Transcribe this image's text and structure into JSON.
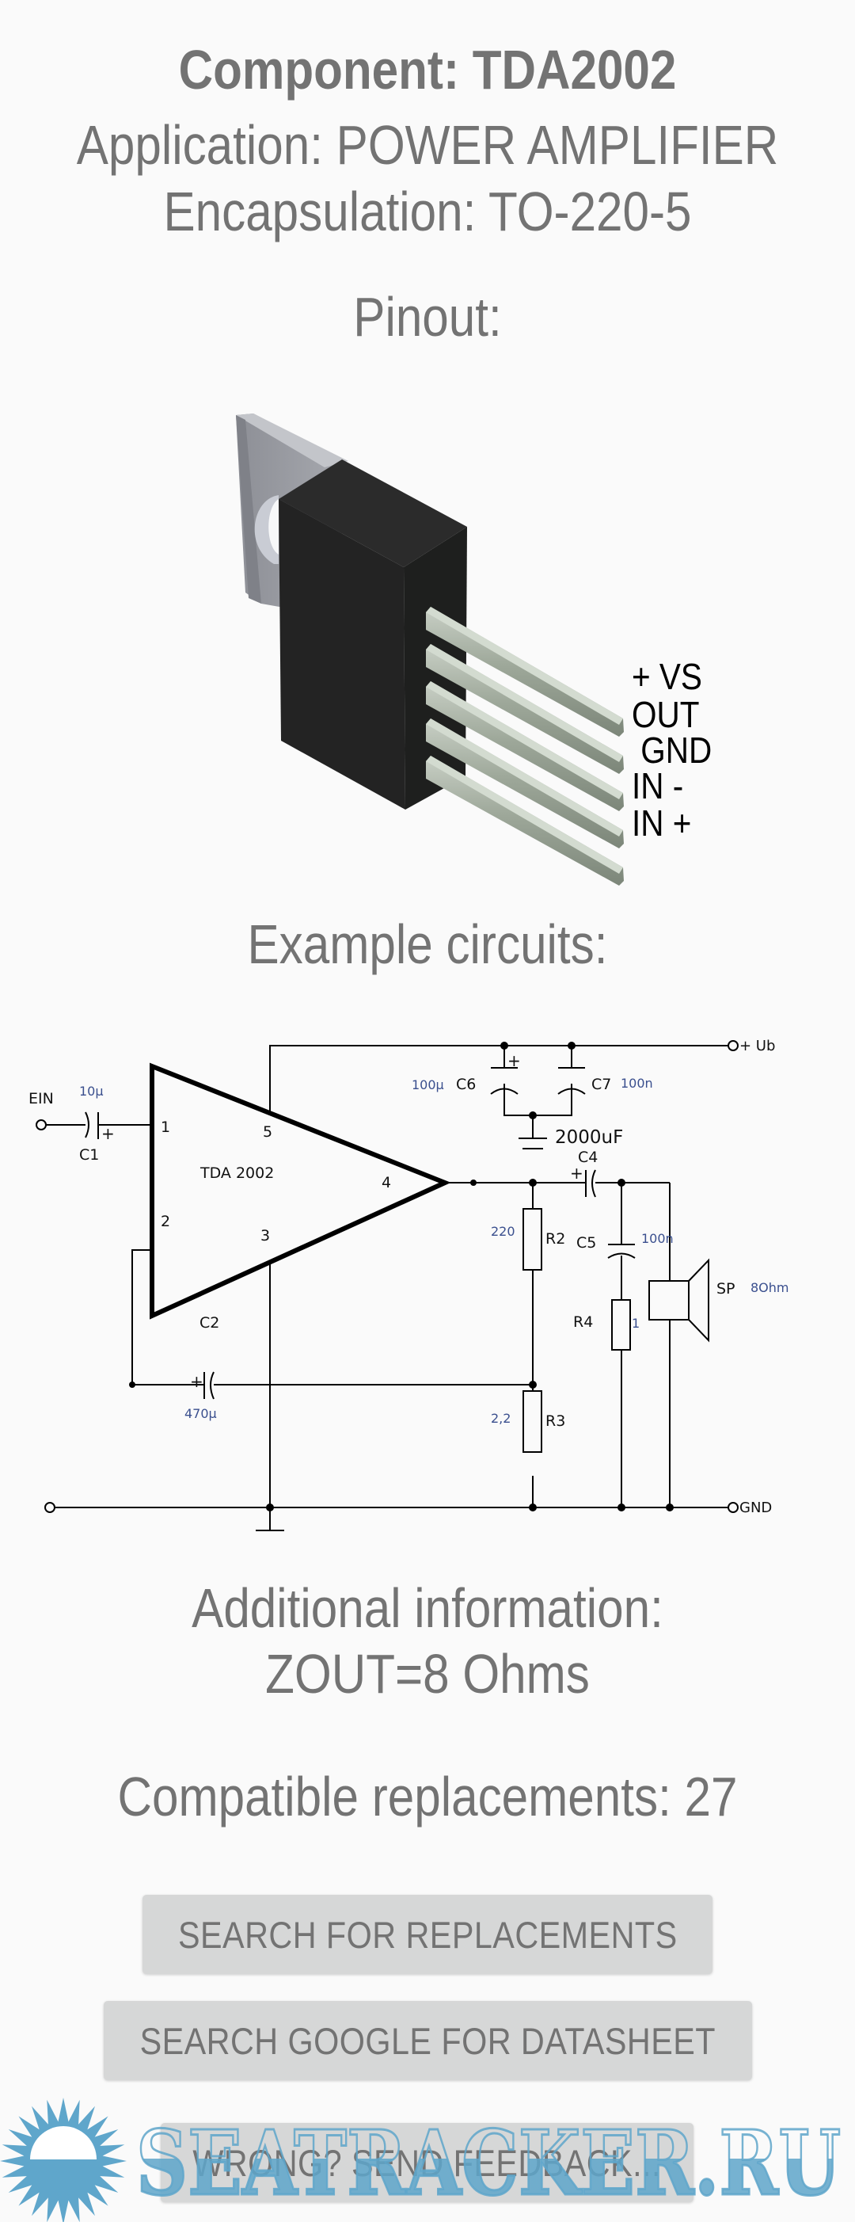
{
  "header": {
    "component": "Component: TDA2002",
    "application": "Application: POWER AMPLIFIER",
    "encapsulation": "Encapsulation: TO-220-5"
  },
  "pinout": {
    "heading": "Pinout:",
    "package_image": "to-220-5-package",
    "pins": [
      "+ VS",
      "OUT",
      " GND",
      "IN -",
      "IN +"
    ]
  },
  "example": {
    "heading": "Example circuits:",
    "schematic": {
      "ic_label": "TDA 2002",
      "pin_numbers": [
        "1",
        "2",
        "3",
        "4",
        "5"
      ],
      "input_label": "EIN",
      "supply_label": "+ Ub",
      "ground_label": "GND",
      "supply_cap_note": "2000uF",
      "components": {
        "C1": {
          "name": "C1",
          "value": "10µ"
        },
        "C2": {
          "name": "C2",
          "value": "470µ"
        },
        "C4": {
          "name": "C4",
          "value": ""
        },
        "C5": {
          "name": "C5",
          "value": "100n"
        },
        "C6": {
          "name": "C6",
          "value": "100µ"
        },
        "C7": {
          "name": "C7",
          "value": "100n"
        },
        "R2": {
          "name": "R2",
          "value": "220"
        },
        "R3": {
          "name": "R3",
          "value": "2,2"
        },
        "R4": {
          "name": "R4",
          "value": "1"
        },
        "SP": {
          "name": "SP",
          "value": "8Ohm"
        }
      }
    }
  },
  "additional": {
    "heading": "Additional information:",
    "value": "ZOUT=8 Ohms"
  },
  "compatible": {
    "text": "Compatible replacements: 27",
    "count": 27
  },
  "buttons": {
    "search_replacements": "SEARCH FOR REPLACEMENTS",
    "search_google": "SEARCH GOOGLE FOR DATASHEET",
    "feedback": "WRONG? SEND FEEDBACK..."
  },
  "watermark": {
    "text": "SEATRACKER.RU",
    "color": "#5fa6cb"
  },
  "colors": {
    "background": "#fafafa",
    "text": "#737373",
    "button_bg": "#d6d7d7"
  }
}
